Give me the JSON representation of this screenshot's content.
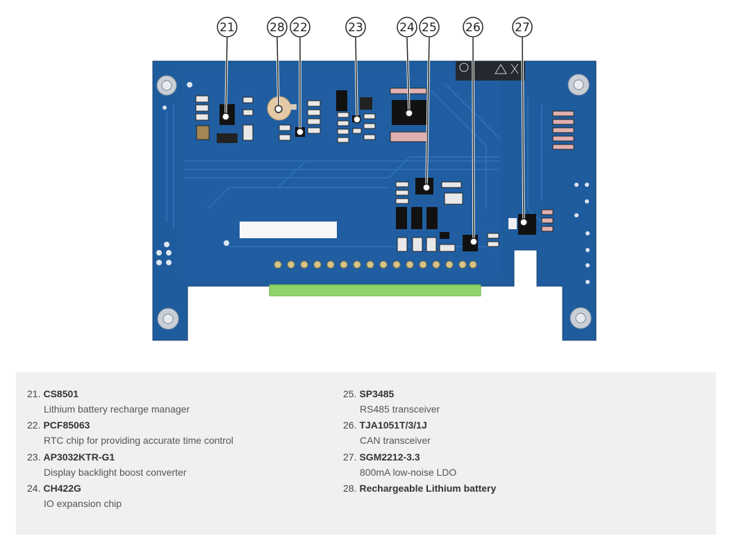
{
  "callouts": [
    {
      "number": "21"
    },
    {
      "number": "28"
    },
    {
      "number": "22"
    },
    {
      "number": "23"
    },
    {
      "number": "24"
    },
    {
      "number": "25"
    },
    {
      "number": "26"
    },
    {
      "number": "27"
    }
  ],
  "legend": {
    "left": [
      {
        "num": "21.",
        "name": "CS8501",
        "desc": "Lithium battery recharge manager"
      },
      {
        "num": "22.",
        "name": "PCF85063",
        "desc": "RTC chip for providing accurate time control"
      },
      {
        "num": "23.",
        "name": "AP3032KTR-G1",
        "desc": "Display backlight boost converter"
      },
      {
        "num": "24.",
        "name": "CH422G",
        "desc": "IO expansion chip"
      }
    ],
    "right": [
      {
        "num": "25.",
        "name": "SP3485",
        "desc": "RS485 transceiver"
      },
      {
        "num": "26.",
        "name": "TJA1051T/3/1J",
        "desc": "CAN transceiver"
      },
      {
        "num": "27.",
        "name": "SGM2212-3.3",
        "desc": "800mA low-noise LDO"
      },
      {
        "num": "28.",
        "name": "Rechargeable Lithium battery",
        "desc": ""
      }
    ]
  },
  "colors": {
    "board": "#1f5c9e",
    "board_dark": "#174a84",
    "trace": "#2a6cb0",
    "connector": "#8fd36a",
    "chip": "#1a1a1a",
    "callout": "#222222",
    "panel": "#f0f0f0"
  }
}
